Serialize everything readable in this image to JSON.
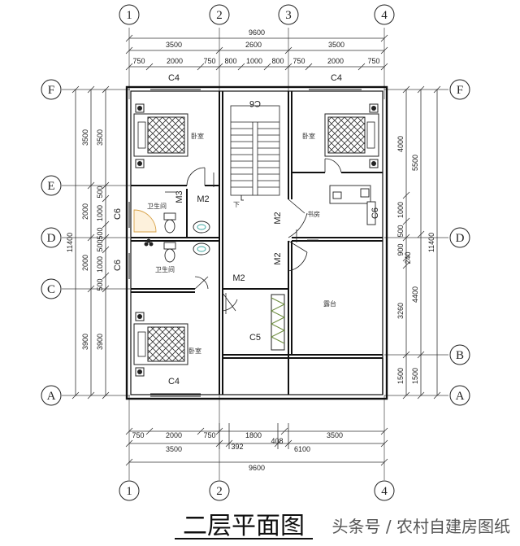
{
  "title": "二层平面图",
  "watermark": "头条号 / 农村自建房图纸",
  "grid_labels": {
    "top": [
      "1",
      "2",
      "3",
      "4"
    ],
    "bottom": [
      "1",
      "2",
      "4"
    ],
    "left": [
      "F",
      "E",
      "D",
      "C",
      "A"
    ],
    "right": [
      "F",
      "D",
      "B",
      "A"
    ]
  },
  "dims_top": {
    "overall": "9600",
    "mid": [
      "3500",
      "2600",
      "3500"
    ],
    "detail": [
      "750",
      "2000",
      "750",
      "800",
      "1000",
      "800",
      "750",
      "2000",
      "750"
    ]
  },
  "dims_bottom": {
    "detail": [
      "750",
      "2000",
      "750",
      "1800",
      "3500"
    ],
    "small": [
      "392",
      "408"
    ],
    "mid": [
      "3500",
      "6100"
    ],
    "overall": "9600"
  },
  "dims_left": {
    "overall": "11400",
    "mid": [
      "3500",
      "2000",
      "2000",
      "3900"
    ],
    "detail": [
      "3500",
      "500",
      "1000",
      "500",
      "500",
      "1000",
      "500",
      "3900"
    ]
  },
  "dims_right": {
    "overall": "11400",
    "mid": [
      "5500",
      "4400",
      "1500"
    ],
    "detail": [
      "4000",
      "1000",
      "500",
      "900",
      "240",
      "3260",
      "1500"
    ]
  },
  "rooms": {
    "bedroom1": "卧室",
    "bedroom2": "卧室",
    "bedroom3": "卧室",
    "bath1": "卫生间",
    "bath2": "卫生间",
    "study": "书房",
    "terrace": "露台"
  },
  "codes": {
    "c4_top_left": "C4",
    "c4_top_right": "C4",
    "c4_bottom": "C4",
    "c6_a": "C6",
    "c6_b": "C6",
    "c5": "C5",
    "c6_stair": "C6",
    "c6_study": "C6",
    "m3": "M3",
    "m2_a": "M2",
    "m2_b": "M2",
    "m2_c": "M2",
    "m2_d": "M2",
    "stair_mark": "下"
  }
}
